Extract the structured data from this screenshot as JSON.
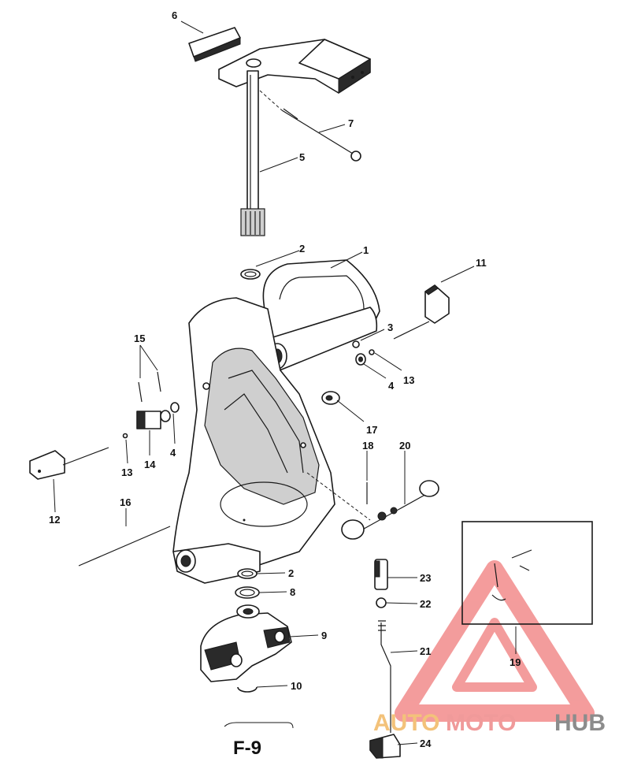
{
  "figure_label": "F-9",
  "callouts": {
    "c1": "1",
    "c2a": "2",
    "c2b": "2",
    "c3": "3",
    "c4a": "4",
    "c4b": "4",
    "c5": "5",
    "c6": "6",
    "c7": "7",
    "c8": "8",
    "c9": "9",
    "c10": "10",
    "c11": "11",
    "c12": "12",
    "c13a": "13",
    "c13b": "13",
    "c14": "14",
    "c15": "15",
    "c16": "16",
    "c17": "17",
    "c18": "18",
    "c19": "19",
    "c20": "20",
    "c21": "21",
    "c22": "22",
    "c23": "23",
    "c24": "24"
  },
  "watermark": {
    "part1": "AUTO",
    "part2": "MOTO",
    "part3": "HUB"
  },
  "colors": {
    "line": "#1a1a1a",
    "watermark_red": "#f28b8b",
    "watermark_orange": "#f3c27a",
    "watermark_gray": "#8c8c8c"
  }
}
